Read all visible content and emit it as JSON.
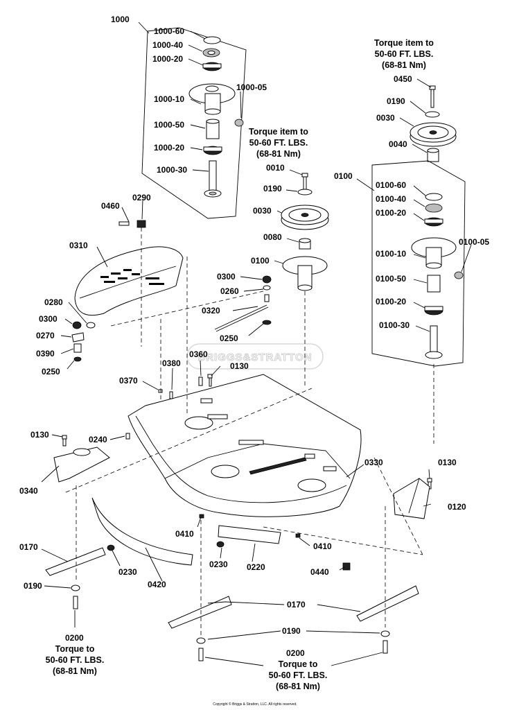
{
  "callouts": [
    {
      "id": "c1000",
      "text": "1000"
    },
    {
      "id": "c1000_60",
      "text": "1000-60"
    },
    {
      "id": "c1000_40",
      "text": "1000-40"
    },
    {
      "id": "c1000_20a",
      "text": "1000-20"
    },
    {
      "id": "c1000_10",
      "text": "1000-10"
    },
    {
      "id": "c1000_05",
      "text": "1000-05"
    },
    {
      "id": "c1000_50",
      "text": "1000-50"
    },
    {
      "id": "c1000_20b",
      "text": "1000-20"
    },
    {
      "id": "c1000_30",
      "text": "1000-30"
    },
    {
      "id": "c0450",
      "text": "0450"
    },
    {
      "id": "c0190a",
      "text": "0190"
    },
    {
      "id": "c0030a",
      "text": "0030"
    },
    {
      "id": "c0040",
      "text": "0040"
    },
    {
      "id": "c0100a",
      "text": "0100"
    },
    {
      "id": "c0100_60",
      "text": "0100-60"
    },
    {
      "id": "c0100_40",
      "text": "0100-40"
    },
    {
      "id": "c0100_20a",
      "text": "0100-20"
    },
    {
      "id": "c0100_10",
      "text": "0100-10"
    },
    {
      "id": "c0100_05",
      "text": "0100-05"
    },
    {
      "id": "c0100_50",
      "text": "0100-50"
    },
    {
      "id": "c0100_20b",
      "text": "0100-20"
    },
    {
      "id": "c0100_30",
      "text": "0100-30"
    },
    {
      "id": "c0010",
      "text": "0010"
    },
    {
      "id": "c0190b",
      "text": "0190"
    },
    {
      "id": "c0030b",
      "text": "0030"
    },
    {
      "id": "c0080",
      "text": "0080"
    },
    {
      "id": "c0100b",
      "text": "0100"
    },
    {
      "id": "c0460",
      "text": "0460"
    },
    {
      "id": "c0290",
      "text": "0290"
    },
    {
      "id": "c0310",
      "text": "0310"
    },
    {
      "id": "c0280",
      "text": "0280"
    },
    {
      "id": "c0300a",
      "text": "0300"
    },
    {
      "id": "c0270",
      "text": "0270"
    },
    {
      "id": "c0390",
      "text": "0390"
    },
    {
      "id": "c0250a",
      "text": "0250"
    },
    {
      "id": "c0300b",
      "text": "0300"
    },
    {
      "id": "c0260",
      "text": "0260"
    },
    {
      "id": "c0320",
      "text": "0320"
    },
    {
      "id": "c0250b",
      "text": "0250"
    },
    {
      "id": "c0380",
      "text": "0380"
    },
    {
      "id": "c0360",
      "text": "0360"
    },
    {
      "id": "c0130a",
      "text": "0130"
    },
    {
      "id": "c0370",
      "text": "0370"
    },
    {
      "id": "c0130b",
      "text": "0130"
    },
    {
      "id": "c0240",
      "text": "0240"
    },
    {
      "id": "c0340",
      "text": "0340"
    },
    {
      "id": "c0330",
      "text": "0330"
    },
    {
      "id": "c0130c",
      "text": "0130"
    },
    {
      "id": "c0120",
      "text": "0120"
    },
    {
      "id": "c0410a",
      "text": "0410"
    },
    {
      "id": "c0410b",
      "text": "0410"
    },
    {
      "id": "c0170a",
      "text": "0170"
    },
    {
      "id": "c0230a",
      "text": "0230"
    },
    {
      "id": "c0420",
      "text": "0420"
    },
    {
      "id": "c0230b",
      "text": "0230"
    },
    {
      "id": "c0220",
      "text": "0220"
    },
    {
      "id": "c0440",
      "text": "0440"
    },
    {
      "id": "c0190c",
      "text": "0190"
    },
    {
      "id": "c0170b",
      "text": "0170"
    },
    {
      "id": "c0190d",
      "text": "0190"
    },
    {
      "id": "c0200a",
      "text": "0200"
    },
    {
      "id": "c0200b",
      "text": "0200"
    }
  ],
  "torque_notes": [
    {
      "id": "t_top_right",
      "lines": [
        "Torque item to",
        "50-60 FT. LBS.",
        "(68-81 Nm)"
      ]
    },
    {
      "id": "t_mid",
      "lines": [
        "Torque item to",
        "50-60 FT. LBS.",
        "(68-81 Nm)"
      ]
    },
    {
      "id": "t_bottom_left",
      "lines": [
        "Torque to",
        "50-60 FT. LBS.",
        "(68-81 Nm)"
      ]
    },
    {
      "id": "t_bottom_right",
      "lines": [
        "Torque to",
        "50-60 FT. LBS.",
        "(68-81 Nm)"
      ]
    }
  ],
  "watermark": "BRIGGS&STRATTON",
  "copyright": "Copyright © Briggs & Stratton, LLC. All rights reserved."
}
